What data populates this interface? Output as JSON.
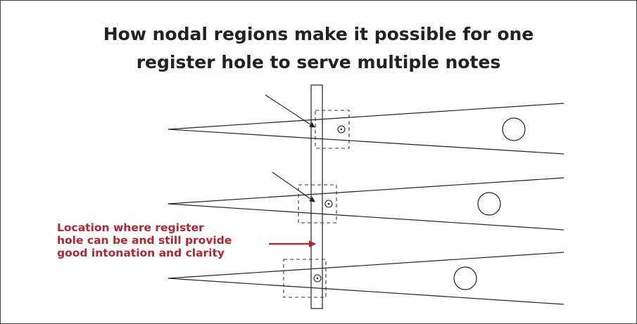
{
  "title": {
    "line1": "How nodal regions make it possible for one",
    "line2": "register hole to serve multiple notes"
  },
  "annotation": {
    "line1": "Location where register",
    "line2": "hole can be and still provide",
    "line3": "good intonation and clarity"
  },
  "colors": {
    "annotation": "#b3242c",
    "lines": "#222222",
    "frame": "#444444"
  }
}
